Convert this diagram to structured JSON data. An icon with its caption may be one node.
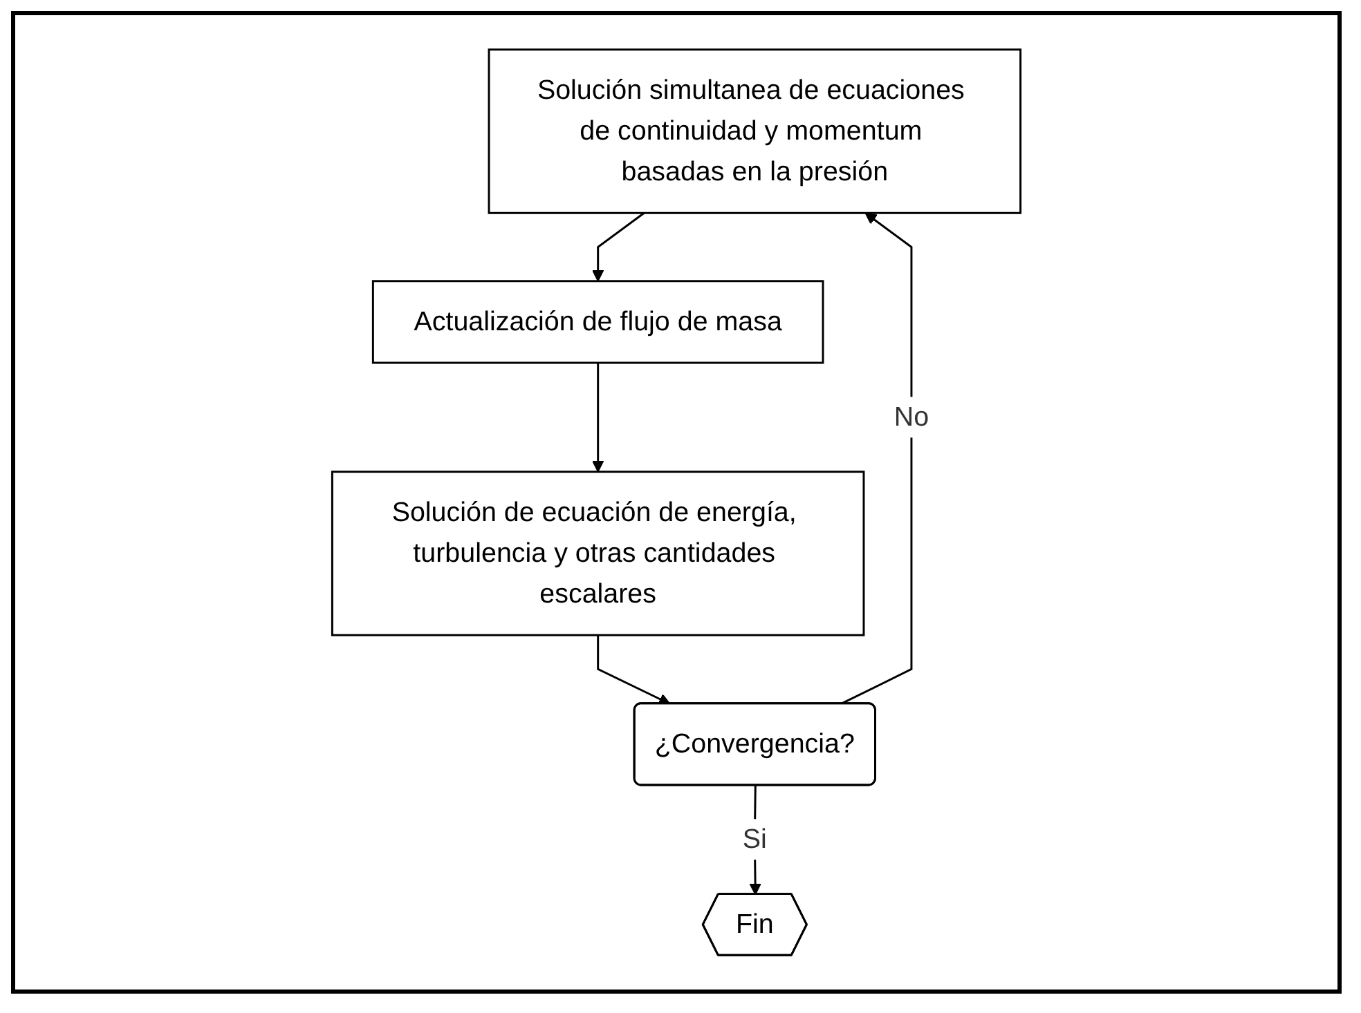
{
  "diagram": {
    "nodes": [
      {
        "text": [
          "Solución simultanea de ecuaciones de continuidad y momentum basadas en la presión"
        ]
      },
      {
        "text": [
          "Actualización de flujo de masa"
        ]
      },
      {
        "text": [
          "Solución de ecuación de energía, turbulencia y otras cantidades escalares"
        ]
      },
      {
        "text": [
          "¿Convergencia?"
        ]
      },
      {
        "text": [
          "Fin"
        ]
      }
    ],
    "edges": [
      {
        "from": 0,
        "to": 1,
        "arrow": "to"
      },
      {
        "from": 1,
        "to": 2,
        "arrow": "to"
      },
      {
        "from": 2,
        "to": 3,
        "arrow": "to"
      },
      {
        "from": 3,
        "to": 0,
        "arrow": "to",
        "label": "No"
      },
      {
        "from": 3,
        "to": 4,
        "arrow": "to",
        "label": "Si"
      }
    ]
  }
}
